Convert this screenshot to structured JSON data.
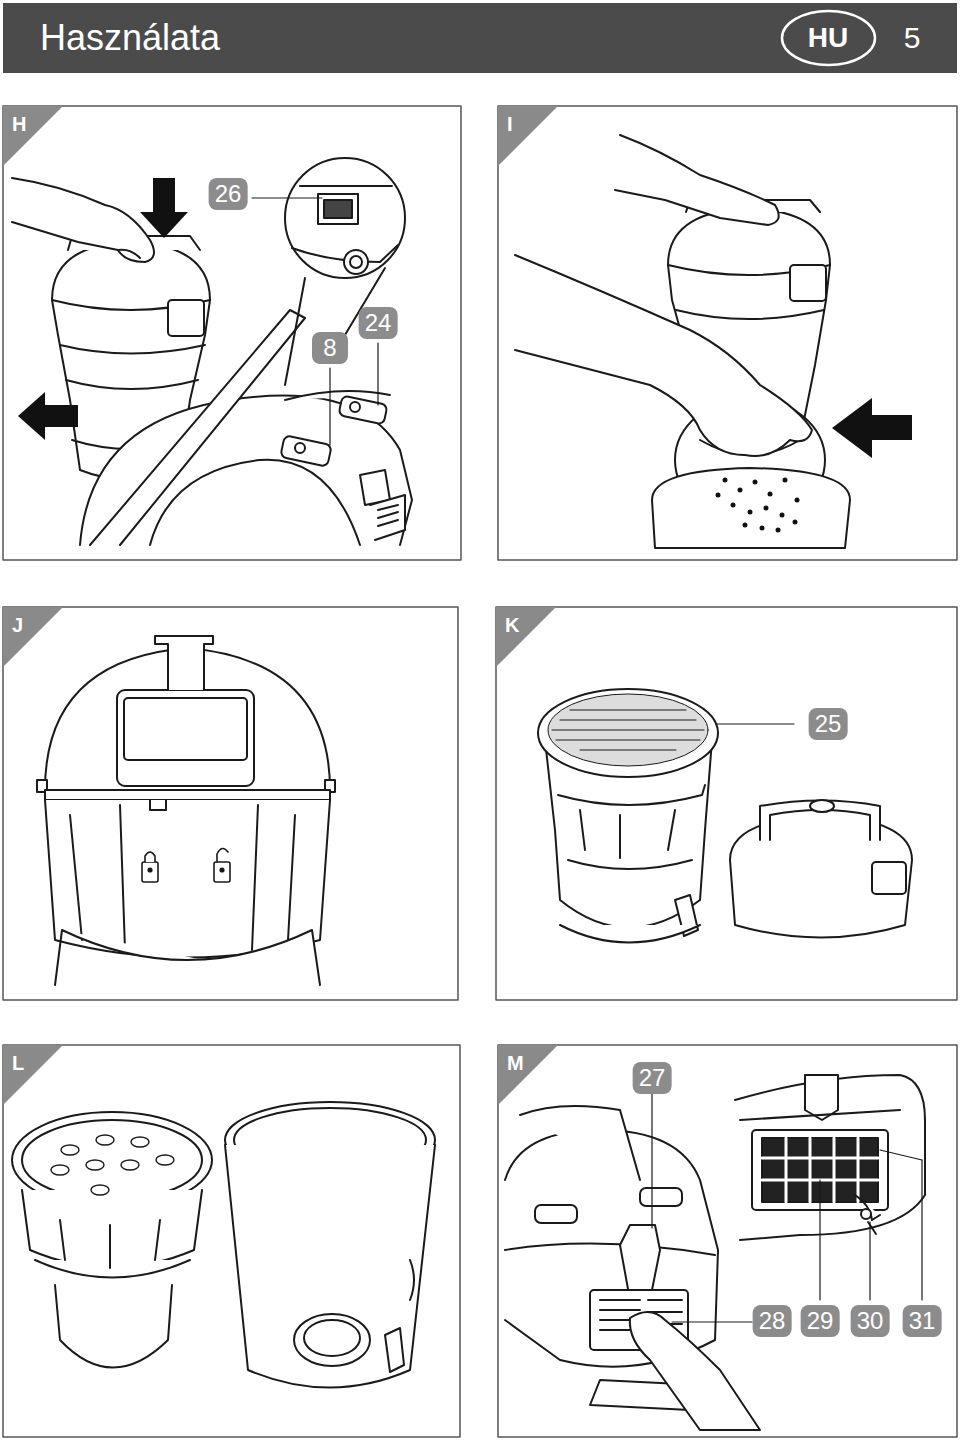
{
  "diagram": {
    "title": "Használata",
    "nodes": [
      {
        "text": [
          "HU"
        ]
      }
    ],
    "labels": [
      "5",
      "H",
      "I",
      "J",
      "K",
      "L",
      "M",
      "26",
      "8",
      "24",
      "25",
      "27",
      "28",
      "29",
      "30",
      "31"
    ]
  }
}
